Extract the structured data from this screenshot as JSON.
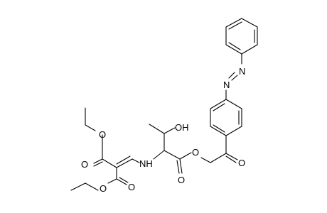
{
  "molecule": {
    "atom_labels": {
      "n_azo_top": "N",
      "n_azo_bottom": "N",
      "o_hydroxyl": "OH",
      "n_amine": "NH",
      "o_ester_ring_side": "O",
      "o_ketone": "O",
      "o_ester_carbonyl": "O",
      "o_malonate_upper_ether": "O",
      "o_malonate_upper_carbonyl": "O",
      "o_malonate_lower_ether": "O",
      "o_malonate_lower_carbonyl": "O"
    }
  },
  "colors": {
    "bond": "#000000",
    "label": "#000000",
    "background": "#ffffff"
  }
}
